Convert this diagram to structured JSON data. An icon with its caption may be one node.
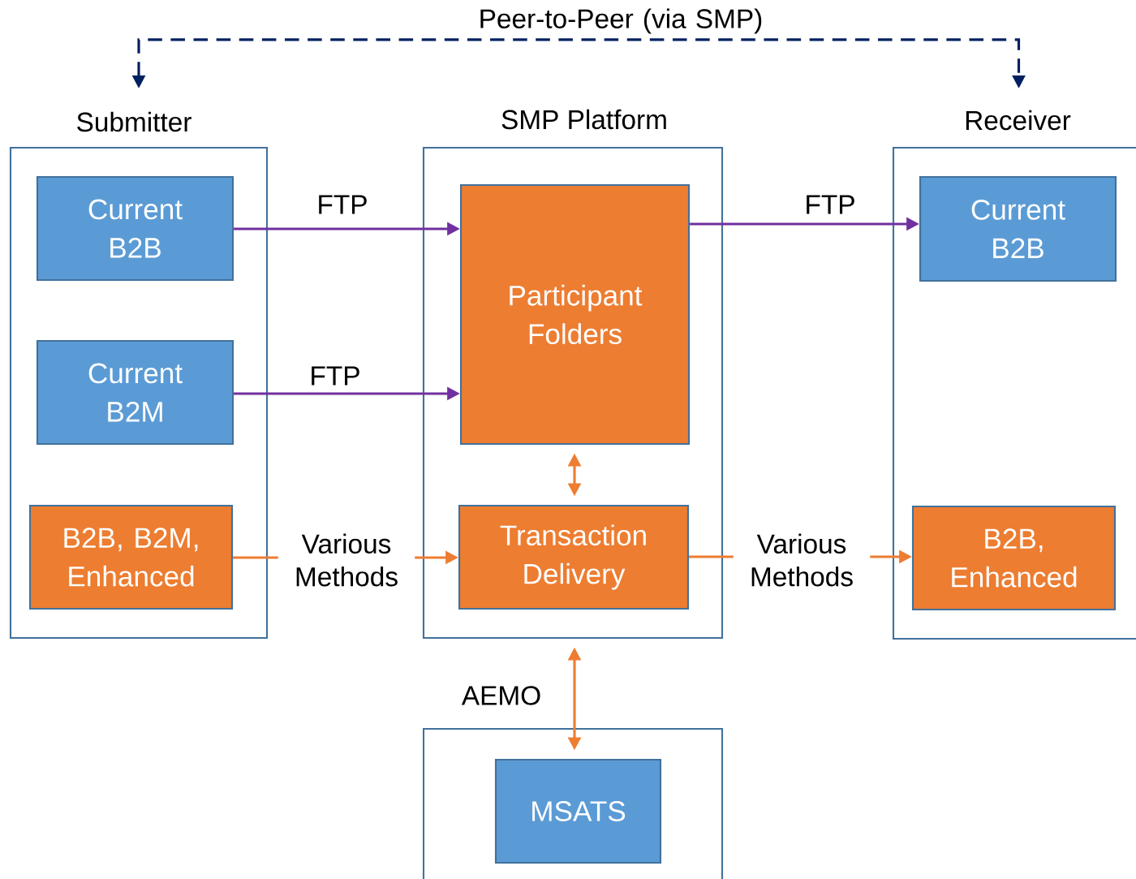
{
  "diagram": {
    "nodes": [
      {
        "text": [
          "Submitter"
        ]
      },
      {
        "text": [
          "Current B2B"
        ],
        "in": 0
      },
      {
        "text": [
          "Current B2M"
        ],
        "in": 0
      },
      {
        "text": [
          "B2B, B2M, Enhanced"
        ],
        "in": 0
      },
      {
        "text": [
          "SMP Platform"
        ]
      },
      {
        "text": [
          "Participant Folders"
        ],
        "in": 4
      },
      {
        "text": [
          "Transaction Delivery"
        ],
        "in": 4
      },
      {
        "text": [
          "Receiver"
        ]
      },
      {
        "text": [
          "Current B2B"
        ],
        "in": 7
      },
      {
        "text": [
          "B2B, Enhanced"
        ],
        "in": 7
      },
      {
        "text": [
          "AEMO"
        ]
      },
      {
        "text": [
          "MSATS"
        ],
        "in": 10
      }
    ],
    "edges": [
      {
        "from": 1,
        "to": 5,
        "arrow": "to",
        "label": "FTP",
        "color": "#7030a0"
      },
      {
        "from": 2,
        "to": 5,
        "arrow": "to",
        "label": "FTP",
        "color": "#7030a0"
      },
      {
        "from": 5,
        "to": 8,
        "arrow": "to",
        "label": "FTP",
        "color": "#7030a0"
      },
      {
        "from": 3,
        "to": 6,
        "arrow": "to",
        "label": "Various Methods",
        "color": "#ed7d31"
      },
      {
        "from": 6,
        "to": 9,
        "arrow": "to",
        "label": "Various Methods",
        "color": "#ed7d31"
      },
      {
        "from": 5,
        "to": 6,
        "arrow": "both",
        "color": "#ed7d31"
      },
      {
        "from": 4,
        "to": 11,
        "arrow": "both",
        "color": "#ed7d31"
      },
      {
        "from": 0,
        "to": 7,
        "arrow": "both",
        "label": "Peer-to-Peer (via SMP)",
        "style": "dashed",
        "color": "#002060"
      }
    ]
  }
}
